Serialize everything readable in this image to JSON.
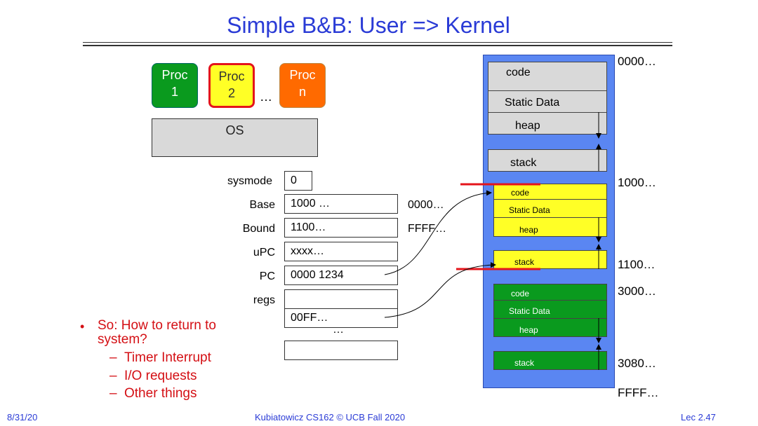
{
  "slide": {
    "title": "Simple B&B: User => Kernel",
    "footer_date": "8/31/20",
    "footer_center": "Kubiatowicz CS162 © UCB Fall 2020",
    "footer_right": "Lec 2.47"
  },
  "processes": {
    "proc1": {
      "line1": "Proc",
      "line2": "1"
    },
    "proc2": {
      "line1": "Proc",
      "line2": "2"
    },
    "procn": {
      "line1": "Proc",
      "line2": "n"
    },
    "ellipsis": "…",
    "os_label": "OS"
  },
  "registers": {
    "sysmode": {
      "label": "sysmode",
      "value": "0"
    },
    "base": {
      "label": "Base",
      "value": "1000 …",
      "addr": "0000…"
    },
    "bound": {
      "label": "Bound",
      "value": "1100…",
      "addr": "FFFF…"
    },
    "upc": {
      "label": "uPC",
      "value": "xxxx…"
    },
    "pc": {
      "label": "PC",
      "value": "0000 1234"
    },
    "regs": {
      "label": "regs",
      "value1": "",
      "value2": "00FF…",
      "ellipsis": "…",
      "value3": ""
    }
  },
  "bullets": {
    "main": "So: How to return to system?",
    "main_line1": "So: How to return to",
    "main_line2": "system?",
    "sub": [
      "Timer Interrupt",
      "I/O requests",
      "Other things"
    ]
  },
  "memory": {
    "addresses": [
      "0000…",
      "1000…",
      "1100…",
      "3000…",
      "3080…",
      "FFFF…"
    ],
    "os_segments": {
      "code": "code",
      "static": "Static Data",
      "heap": "heap",
      "stack": "stack"
    },
    "proc2_segments": {
      "code": "code",
      "static": "Static Data",
      "heap": "heap",
      "stack": "stack"
    },
    "proc1_segments": {
      "code": "code",
      "static": "Static Data",
      "heap": "heap",
      "stack": "stack"
    }
  },
  "colors": {
    "title": "#2a3bd6",
    "proc1": "#0a9a1e",
    "proc2": "#ffff26",
    "procn": "#ff6a00",
    "memory_bg": "#5a86f2",
    "bullet": "#d40f14",
    "marker": "#e4141b"
  }
}
